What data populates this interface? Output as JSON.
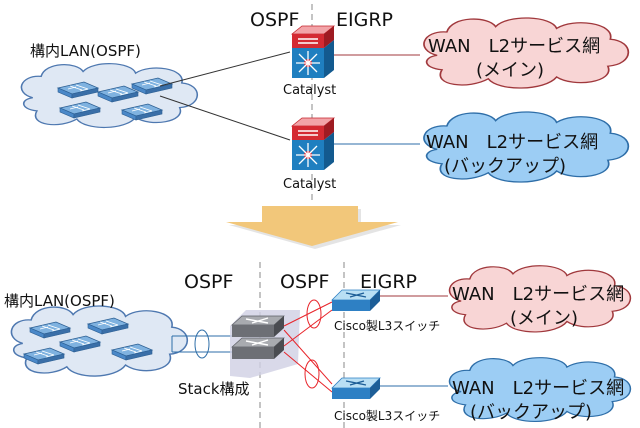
{
  "top": {
    "label_ospf": "OSPF",
    "label_eigrp": "EIGRP",
    "lan_label": "構内LAN(OSPF)",
    "switch_label": "Catalyst",
    "wan_main_line1": "WAN　L2サービス網",
    "wan_main_line2": "(メイン)",
    "wan_backup_line1": "WAN　L2サービス網",
    "wan_backup_line2": "(バックアップ)"
  },
  "bottom": {
    "label_ospf_left": "OSPF",
    "label_ospf_right": "OSPF",
    "label_eigrp": "EIGRP",
    "lan_label": "構内LAN(OSPF)",
    "stack_label": "Stack構成",
    "switch_label": "Cisco製L3スイッチ",
    "wan_main_line1": "WAN　L2サービス網",
    "wan_main_line2": "(メイン)",
    "wan_backup_line1": "WAN　L2サービス網",
    "wan_backup_line2": "(バックアップ)"
  },
  "colors": {
    "cloud_main": "#f8d5d5",
    "cloud_backup": "#9ccdf4",
    "cloud_lan": "#dfe8f4",
    "arrow": "#f2c77a",
    "link_red": "#e8242a",
    "cisco_blue": "#2e80c4"
  },
  "icons": [
    "catalyst-switch-icon",
    "l3-switch-icon",
    "workgroup-switch-icon",
    "stack-switch-icon",
    "transition-arrow-icon"
  ]
}
